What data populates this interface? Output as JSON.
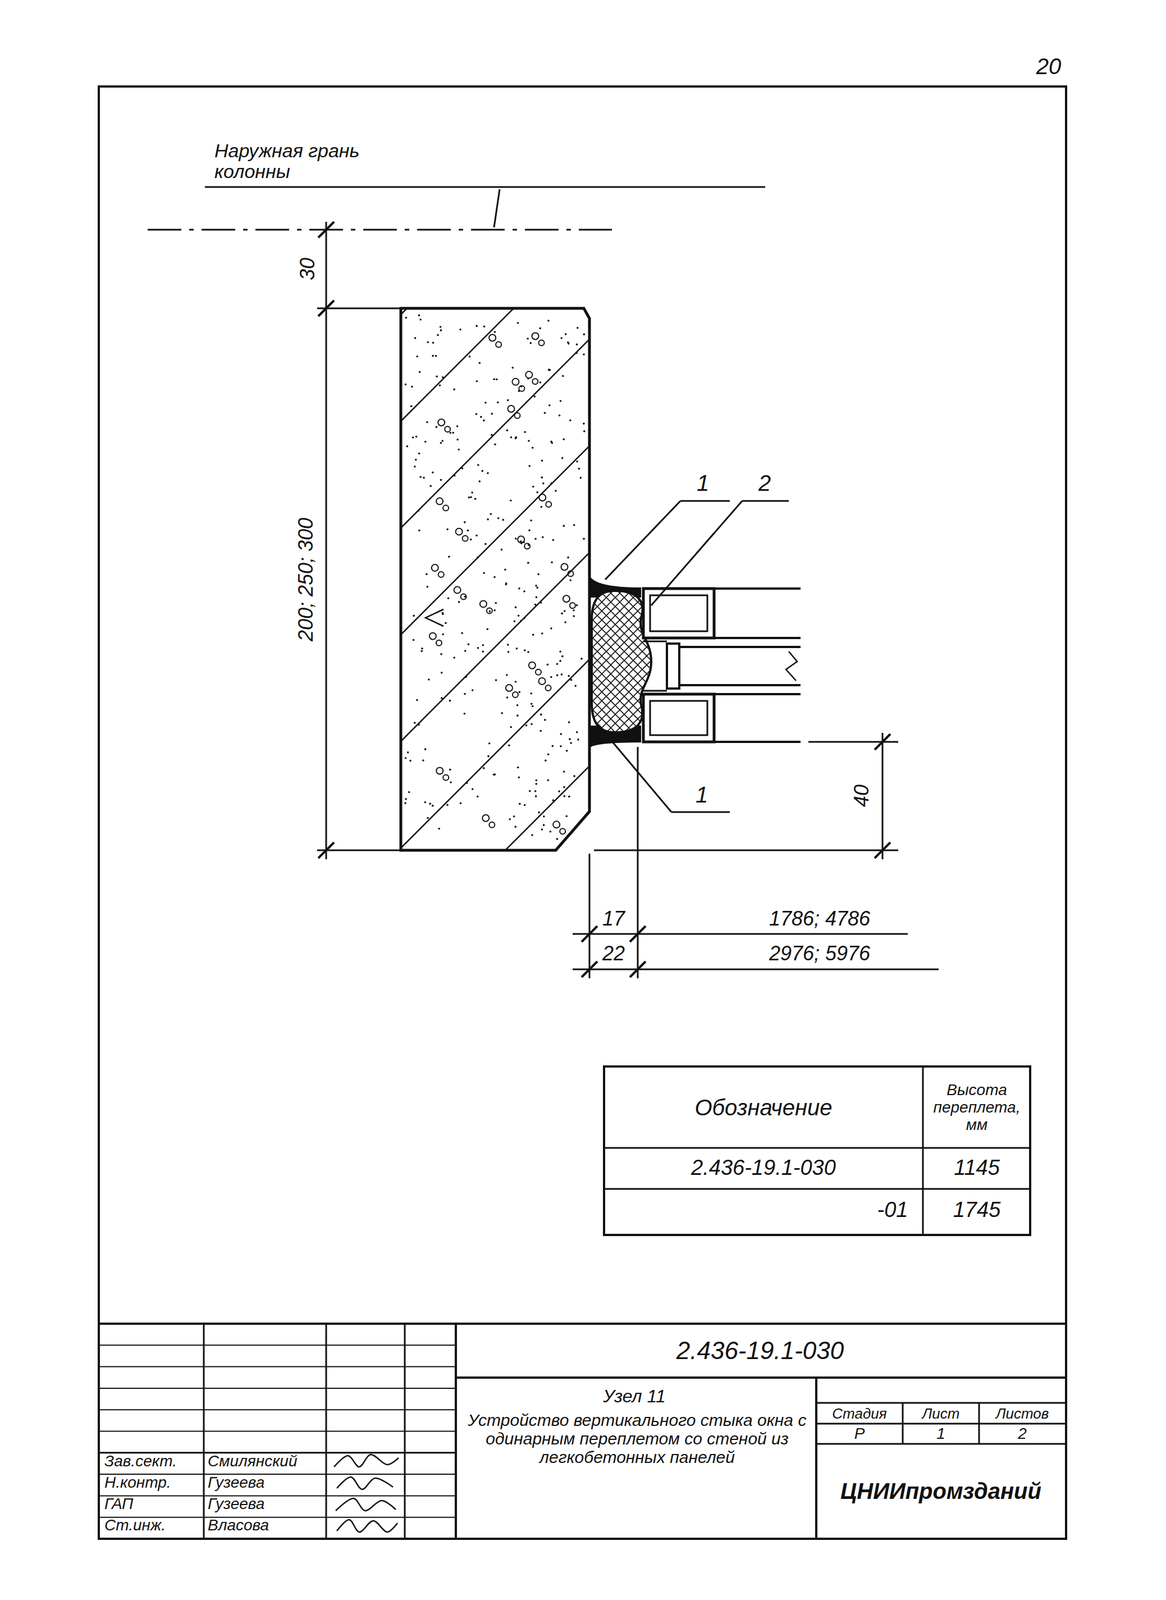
{
  "diagram": {
    "labels": [
      "20",
      "Наружная грань колонны",
      "30",
      "200; 250; 300",
      "1",
      "2",
      "1",
      "40",
      "17",
      "1786; 4786",
      "22",
      "2976; 5976",
      "Обозначение",
      "Высота переплета, мм",
      "2.436-19.1-030",
      "1145",
      "-01",
      "1745",
      "2.436-19.1-030",
      "Зав.сект.",
      "Смилянский",
      "Н.контр.",
      "Гузеева",
      "ГАП",
      "Гузеева",
      "Ст.инж.",
      "Власова",
      "Узел 11",
      "Устройство вертикального стыка окна с одинарным переплетом со стеной из легкобетонных панелей",
      "Стадия",
      "Лист",
      "Листов",
      "Р",
      "1",
      "2",
      "ЦНИИпромзданий"
    ]
  }
}
